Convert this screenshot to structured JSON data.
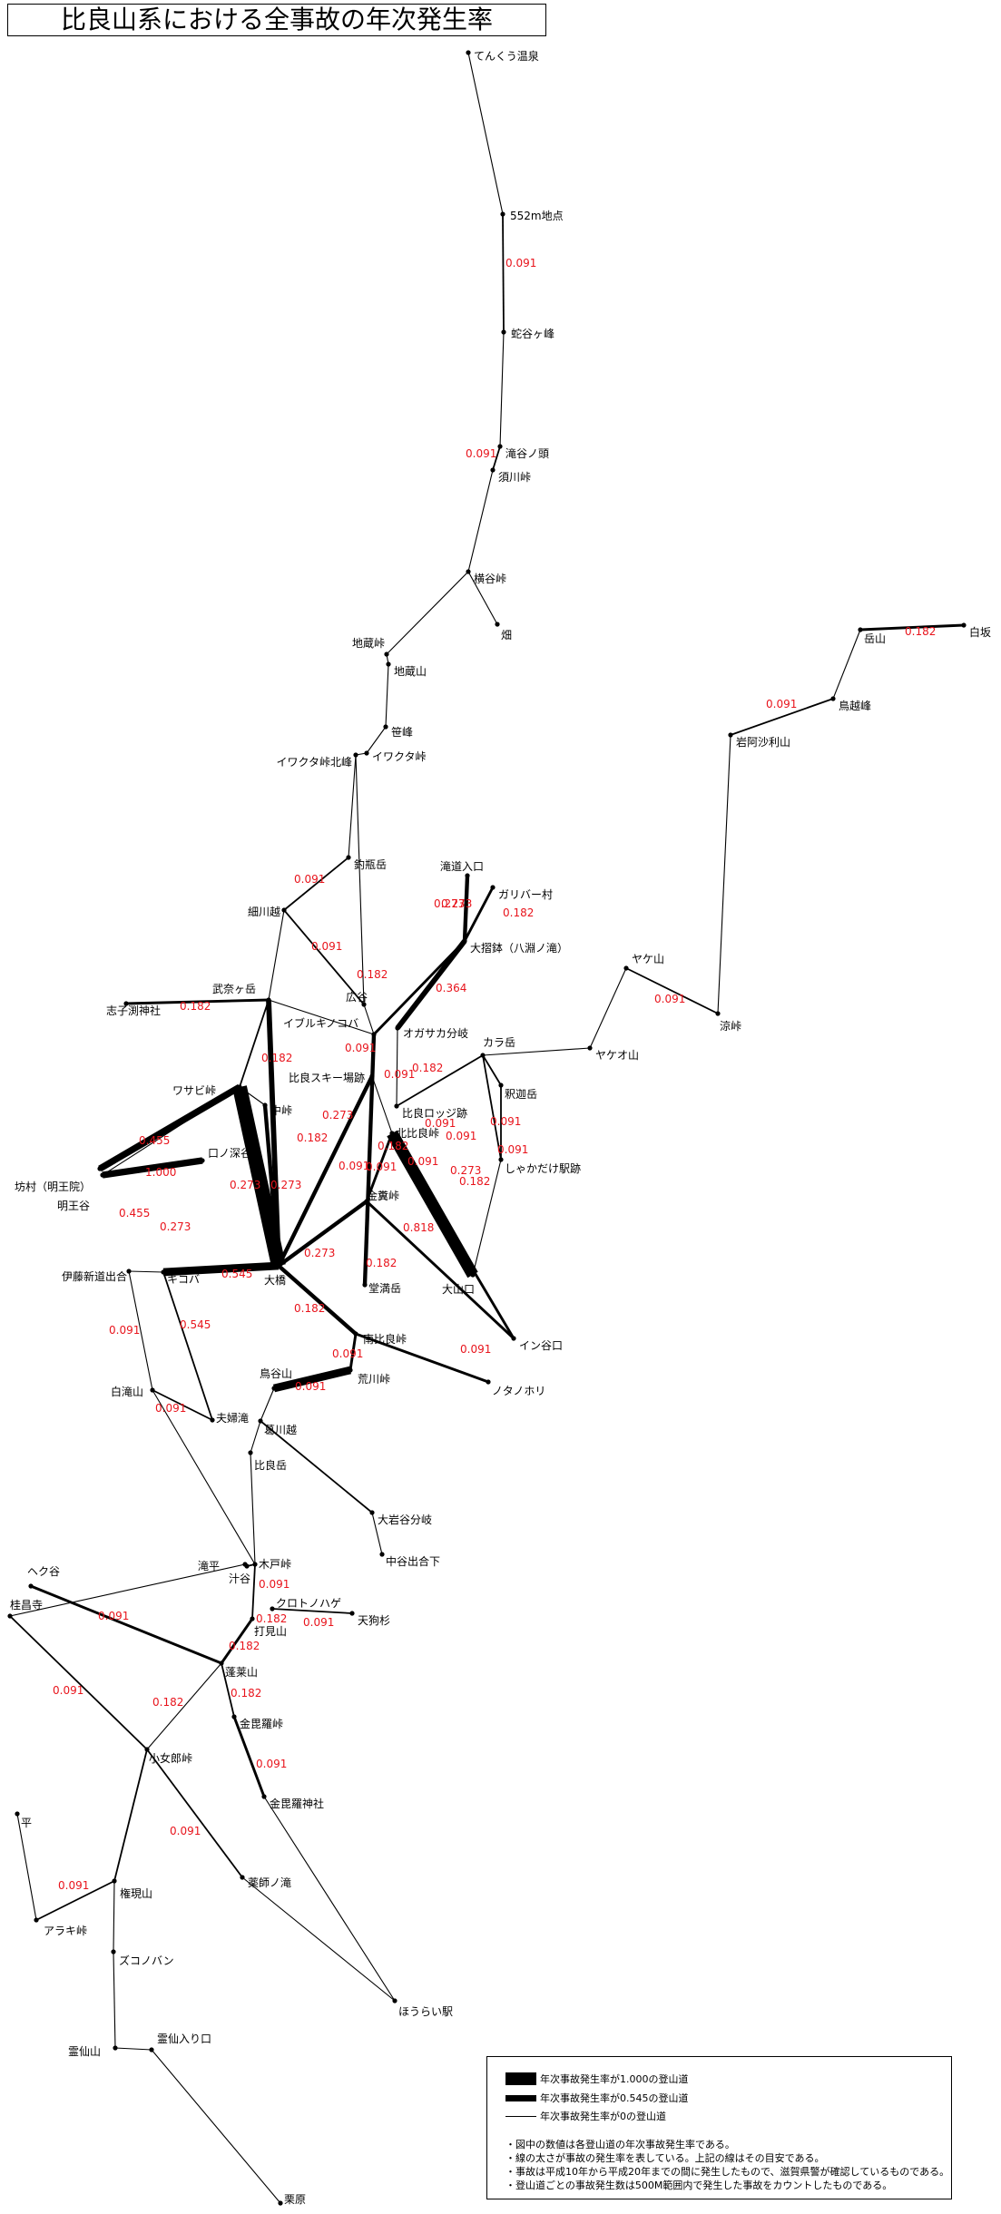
{
  "title": "比良山系における全事故の年次発生率",
  "colors": {
    "rate": "#e8141c",
    "trail": "#000000",
    "background": "#ffffff"
  },
  "places": [
    "てんくう温泉",
    "552m地点",
    "蛇谷ヶ峰",
    "滝谷ノ頭",
    "須川峠",
    "横谷峠",
    "畑",
    "地蔵峠",
    "地蔵山",
    "笹峰",
    "イワクタ峠北峰",
    "イワクタ峠",
    "釣瓶岳",
    "細川越",
    "滝道入口",
    "ガリバー村",
    "大摺鉢（八淵ノ滝）",
    "オガサカ分岐",
    "広谷",
    "武奈ヶ岳",
    "志子渕神社",
    "イブルキノコバ",
    "比良スキー場跡",
    "比良ロッジ跡",
    "カラ岳",
    "釈迦岳",
    "しゃかだけ駅跡",
    "ヤケ山",
    "ヤケオ山",
    "涼峠",
    "岳山",
    "白坂",
    "鳥越峰",
    "岩阿沙利山",
    "ワサビ峠",
    "中峠",
    "口ノ深谷",
    "北比良峠",
    "坊村（明王院）",
    "明王谷",
    "金糞峠",
    "伊藤新道出合",
    "キコバ",
    "大橋",
    "堂満岳",
    "大山口",
    "イン谷口",
    "南比良峠",
    "ノタノホリ",
    "白滝山",
    "鳥谷山",
    "荒川峠",
    "夫婦滝",
    "葛川越",
    "比良岳",
    "大岩谷分岐",
    "中谷出合下",
    "滝平",
    "木戸峠",
    "汁谷",
    "クロトノハゲ",
    "天狗杉",
    "打見山",
    "ヘク谷",
    "桂昌寺",
    "蓬莱山",
    "金毘羅峠",
    "小女郎峠",
    "金毘羅神社",
    "平",
    "薬師ノ滝",
    "権現山",
    "アラキ峠",
    "ズコノバン",
    "ほうらい駅",
    "霊仙山",
    "霊仙入り口",
    "栗原"
  ],
  "rates": [
    "0.091",
    "0.091",
    "0.091",
    "0.091",
    "0.091",
    "0.273",
    "0.182",
    "0.091",
    "0.182",
    "0.364",
    "0.182",
    "0.091",
    "0.182",
    "0.364",
    "0.273",
    "0.091",
    "0.091",
    "0.091",
    "0.091",
    "0.091",
    "0.091",
    "0.273",
    "0.182",
    "0.182",
    "0.091",
    "0.182",
    "0.455",
    "1.000",
    "0.273",
    "0.273",
    "0.182",
    "0.091",
    "0.091",
    "0.455",
    "0.273",
    "0.818",
    "0.545",
    "0.273",
    "0.182",
    "0.182",
    "0.091",
    "0.091",
    "0.545",
    "0.091",
    "0.091",
    "0.091",
    "0.091",
    "0.182",
    "0.182",
    "0.091",
    "0.091",
    "0.182",
    "0.091",
    "0.091",
    "0.091",
    "0.091",
    "0.182"
  ],
  "legend": {
    "items": [
      {
        "label": "年次事故発生率が1.000の登山道",
        "rate": 1.0
      },
      {
        "label": "年次事故発生率が0.545の登山道",
        "rate": 0.545
      },
      {
        "label": "年次事故発生率が0の登山道",
        "rate": 0
      }
    ],
    "notes": [
      "・図中の数値は各登山道の年次事故発生率である。",
      "・線の太さが事故の発生率を表している。上記の線はその目安である。",
      "・事故は平成10年から平成20年までの間に発生したもので、滋賀県警が確認しているものである。",
      "・登山道ごとの事故発生数は500M範囲内で発生した事故をカウントしたものである。"
    ]
  }
}
